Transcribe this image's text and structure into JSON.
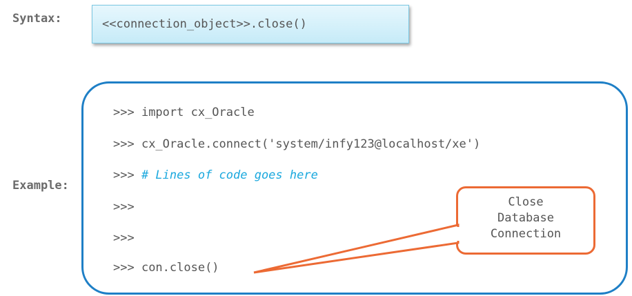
{
  "syntax": {
    "label": "Syntax:",
    "code": "<<connection_object>>.close()"
  },
  "example": {
    "label": "Example:",
    "lines": [
      {
        "prompt": ">>>",
        "code": " import cx_Oracle"
      },
      {
        "prompt": ">>>",
        "code": " cx_Oracle.connect('system/infy123@localhost/xe')"
      },
      {
        "prompt": ">>>",
        "comment": " # Lines of code goes here"
      },
      {
        "prompt": ">>>",
        "code": ""
      },
      {
        "prompt": ">>>",
        "code": ""
      },
      {
        "prompt": ">>>",
        "code": " con.close()"
      }
    ]
  },
  "callout": {
    "lines": [
      "Close",
      "Database",
      "Connection"
    ]
  },
  "colors": {
    "border_blue": "#1e7fc6",
    "callout_orange": "#ec6a34",
    "comment_blue": "#1aa8de",
    "syntax_fill": "#c6ebf8"
  }
}
